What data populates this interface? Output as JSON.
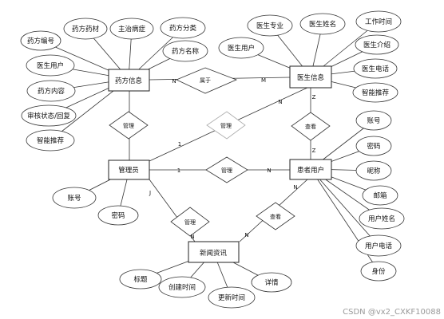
{
  "entities": [
    {
      "id": "drug",
      "label": "药方信息"
    },
    {
      "id": "doctor",
      "label": "医生信息"
    },
    {
      "id": "admin",
      "label": "管理员"
    },
    {
      "id": "patient",
      "label": "患者用户"
    },
    {
      "id": "news",
      "label": "新闻资讯"
    }
  ],
  "attributes": [
    {
      "entity": "drug",
      "label": "药方编号"
    },
    {
      "entity": "drug",
      "label": "药方药材"
    },
    {
      "entity": "drug",
      "label": "主治病症"
    },
    {
      "entity": "drug",
      "label": "药方分类"
    },
    {
      "entity": "drug",
      "label": "医生用户"
    },
    {
      "entity": "drug",
      "label": "药方名称"
    },
    {
      "entity": "drug",
      "label": "药方内容"
    },
    {
      "entity": "drug",
      "label": "审核状态/回复"
    },
    {
      "entity": "drug",
      "label": "智能推荐"
    },
    {
      "entity": "doctor",
      "label": "医生专业"
    },
    {
      "entity": "doctor",
      "label": "医生姓名"
    },
    {
      "entity": "doctor",
      "label": "工作时间"
    },
    {
      "entity": "doctor",
      "label": "医生用户"
    },
    {
      "entity": "doctor",
      "label": "医生介绍"
    },
    {
      "entity": "doctor",
      "label": "医生电话"
    },
    {
      "entity": "doctor",
      "label": "智能推荐"
    },
    {
      "entity": "patient",
      "label": "账号"
    },
    {
      "entity": "patient",
      "label": "密码"
    },
    {
      "entity": "patient",
      "label": "昵称"
    },
    {
      "entity": "patient",
      "label": "邮箱"
    },
    {
      "entity": "patient",
      "label": "用户姓名"
    },
    {
      "entity": "patient",
      "label": "用户电话"
    },
    {
      "entity": "patient",
      "label": "身份"
    },
    {
      "entity": "admin",
      "label": "账号"
    },
    {
      "entity": "admin",
      "label": "密码"
    },
    {
      "entity": "news",
      "label": "标题"
    },
    {
      "entity": "news",
      "label": "创建时间"
    },
    {
      "entity": "news",
      "label": "更新时间"
    },
    {
      "entity": "news",
      "label": "详情"
    }
  ],
  "relationships": [
    {
      "label": "属于",
      "from": "drug",
      "to": "doctor",
      "card_from": "N",
      "card_to": "M"
    },
    {
      "label": "管理",
      "from": "admin",
      "to": "drug",
      "card_from": "",
      "card_to": ""
    },
    {
      "label": "管理",
      "from": "admin",
      "to": "doctor",
      "card_from": "1",
      "card_to": "N"
    },
    {
      "label": "管理",
      "from": "admin",
      "to": "patient",
      "card_from": "1",
      "card_to": "N"
    },
    {
      "label": "查看",
      "from": "patient",
      "to": "doctor",
      "card_from": "Z",
      "card_to": "Z"
    },
    {
      "label": "管理",
      "from": "admin",
      "to": "news",
      "card_from": "J",
      "card_to": "N"
    },
    {
      "label": "查看",
      "from": "patient",
      "to": "news",
      "card_from": "N",
      "card_to": "N"
    }
  ],
  "watermark": "CSDN @vx2_CXKF10088"
}
